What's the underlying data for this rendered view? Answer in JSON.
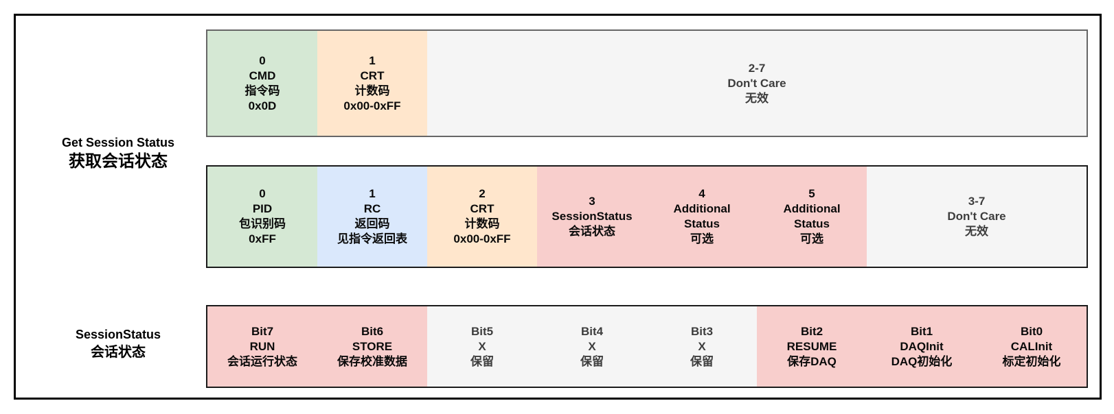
{
  "colors": {
    "green": "#d5e8d4",
    "blue": "#dae8fc",
    "orange": "#ffe6cc",
    "pink": "#f8cecc",
    "gray": "#f5f5f5"
  },
  "groups": [
    {
      "label_en": "Get Session Status",
      "label_zh": "获取会话状态",
      "rows": [
        {
          "name": "command-frame",
          "cells": [
            {
              "span": 1,
              "color": "green",
              "lines": [
                "0",
                "CMD",
                "指令码",
                "0x0D"
              ]
            },
            {
              "span": 1,
              "color": "orange",
              "lines": [
                "1",
                "CRT",
                "计数码",
                "0x00-0xFF"
              ]
            },
            {
              "span": 6,
              "color": "gray",
              "lines": [
                "2-7",
                "Don't Care",
                "无效"
              ]
            }
          ]
        },
        {
          "name": "response-frame",
          "cells": [
            {
              "span": 1,
              "color": "green",
              "lines": [
                "0",
                "PID",
                "包识别码",
                "0xFF"
              ]
            },
            {
              "span": 1,
              "color": "blue",
              "lines": [
                "1",
                "RC",
                "返回码",
                "见指令返回表"
              ]
            },
            {
              "span": 1,
              "color": "orange",
              "lines": [
                "2",
                "CRT",
                "计数码",
                "0x00-0xFF"
              ]
            },
            {
              "span": 1,
              "color": "pink",
              "lines": [
                "3",
                "SessionStatus",
                "会话状态"
              ]
            },
            {
              "span": 1,
              "color": "pink",
              "lines": [
                "4",
                "Additional",
                "Status",
                "可选"
              ]
            },
            {
              "span": 1,
              "color": "pink",
              "lines": [
                "5",
                "Additional",
                "Status",
                "可选"
              ]
            },
            {
              "span": 2,
              "color": "gray",
              "lines": [
                "3-7",
                "Don't Care",
                "无效"
              ]
            }
          ]
        }
      ]
    },
    {
      "label_en": "SessionStatus",
      "label_zh": "会话状态",
      "rows": [
        {
          "name": "bit-fields",
          "cells": [
            {
              "span": 1,
              "color": "pink",
              "lines": [
                "Bit7",
                "RUN",
                "会话运行状态"
              ]
            },
            {
              "span": 1,
              "color": "pink",
              "lines": [
                "Bit6",
                "STORE",
                "保存校准数据"
              ]
            },
            {
              "span": 1,
              "color": "gray",
              "lines": [
                "Bit5",
                "X",
                "保留"
              ]
            },
            {
              "span": 1,
              "color": "gray",
              "lines": [
                "Bit4",
                "X",
                "保留"
              ]
            },
            {
              "span": 1,
              "color": "gray",
              "lines": [
                "Bit3",
                "X",
                "保留"
              ]
            },
            {
              "span": 1,
              "color": "pink",
              "lines": [
                "Bit2",
                "RESUME",
                "保存DAQ"
              ]
            },
            {
              "span": 1,
              "color": "pink",
              "lines": [
                "Bit1",
                "DAQInit",
                "DAQ初始化"
              ]
            },
            {
              "span": 1,
              "color": "pink",
              "lines": [
                "Bit0",
                "CALInit",
                "标定初始化"
              ]
            }
          ]
        }
      ]
    }
  ]
}
